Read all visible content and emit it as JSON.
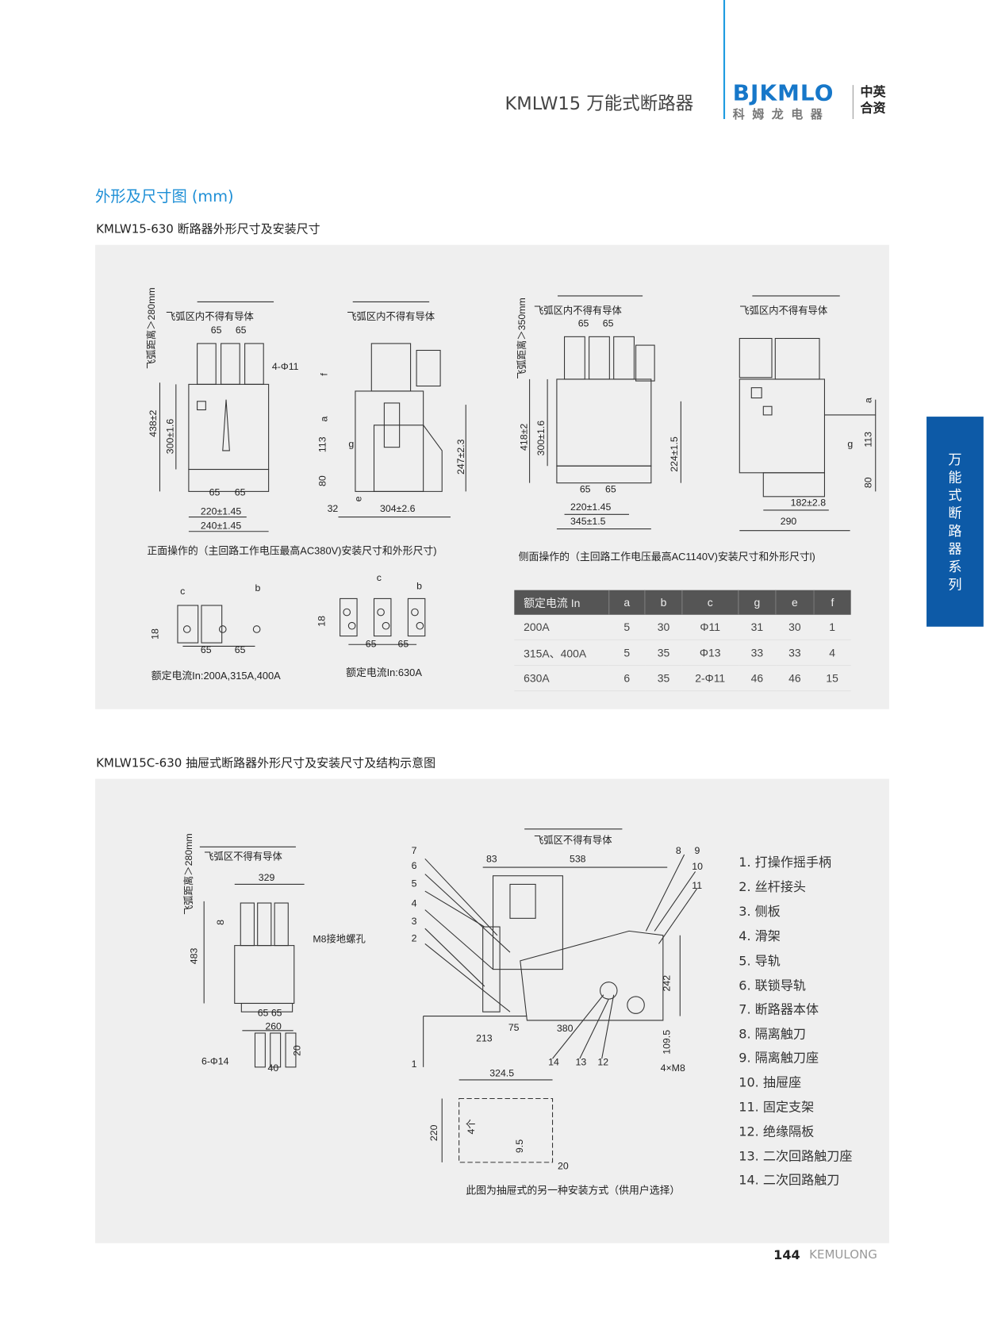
{
  "header": {
    "title": "KMLW15 万能式断路器",
    "logo_en": "BJKMLO",
    "logo_cn": "科 姆 龙 电 器",
    "badge_line1": "中英",
    "badge_line2": "合资"
  },
  "section": {
    "heading": "外形及尺寸图 (mm)",
    "subtitle1": "KMLW15-630 断路器外形尺寸及安装尺寸",
    "subtitle2": "KMLW15C-630 抽屉式断路器外形尺寸及安装尺寸及结构示意图"
  },
  "side_tab": {
    "chars": [
      "万",
      "能",
      "式",
      "断",
      "路",
      "器",
      "系",
      "列"
    ]
  },
  "panel1": {
    "d1": {
      "arc": "飞弧距离＞280mm",
      "zone": "飞弧区内不得有导体",
      "w1": "65",
      "w2": "65",
      "hole": "4-Φ11",
      "h1": "438±2",
      "h2": "300±1.6",
      "b1": "65",
      "b2": "65",
      "w3": "220±1.45",
      "w4": "240±1.45"
    },
    "d2": {
      "zone": "飞弧区内不得有导体",
      "f": "f",
      "a": "a",
      "h113": "113",
      "g": "g",
      "h80": "80",
      "e": "e",
      "d32": "32",
      "d304": "304±2.6",
      "h247": "247±2.3"
    },
    "caption1": "正面操作的（主回路工作电压最高AC380V)安装尺寸和外形尺寸)",
    "d3": {
      "arc": "飞弧距离＞350mm",
      "zone": "飞弧区内不得有导体",
      "w1": "65",
      "w2": "65",
      "h1": "418±2",
      "h2": "300±1.6",
      "h3": "224±1.5",
      "b1": "65",
      "b2": "65",
      "w3": "220±1.45",
      "w4": "345±1.5"
    },
    "d4": {
      "zone": "飞弧区内不得有导体",
      "a": "a",
      "g": "g",
      "h113": "113",
      "h80": "80",
      "d182": "182±2.8",
      "d290": "290"
    },
    "caption2": "侧面操作的（主回路工作电压最高AC1140V)安装尺寸和外形尺寸l)",
    "d5": {
      "c": "c",
      "b": "b",
      "h18": "18",
      "w1": "65",
      "w2": "65",
      "caption": "额定电流In:200A,315A,400A"
    },
    "d6": {
      "c": "c",
      "b": "b",
      "h18": "18",
      "w1": "65",
      "w2": "65",
      "caption": "额定电流In:630A"
    },
    "table": {
      "headers": [
        "额定电流 In",
        "a",
        "b",
        "c",
        "g",
        "e",
        "f"
      ],
      "rows": [
        [
          "200A",
          "5",
          "30",
          "Φ11",
          "31",
          "30",
          "1"
        ],
        [
          "315A、400A",
          "5",
          "35",
          "Φ13",
          "33",
          "33",
          "4"
        ],
        [
          "630A",
          "6",
          "35",
          "2-Φ11",
          "46",
          "46",
          "15"
        ]
      ]
    }
  },
  "panel2": {
    "d7": {
      "arc": "飞弧距离＞280mm",
      "zone": "飞弧区不得有导体",
      "w329": "329",
      "h8": "8",
      "ground": "M8接地螺孔",
      "h483": "483",
      "w65": "65 65",
      "w260": "260",
      "h20": "20",
      "holes": "6-Φ14",
      "w40": "40"
    },
    "d8": {
      "zone": "飞弧区不得有导体",
      "n7": "7",
      "n6": "6",
      "n5": "5",
      "n4": "4",
      "n3": "3",
      "n2": "2",
      "n1": "1",
      "d83": "83",
      "d538": "538",
      "n8": "8",
      "n9": "9",
      "n10": "10",
      "n11": "11",
      "h242": "242",
      "h109": "109.5",
      "d213": "213",
      "d75": "75",
      "d380": "380",
      "n14": "14",
      "n13": "13",
      "n12": "12",
      "m8": "4×M8",
      "d324": "324.5",
      "h220": "220",
      "four": "4个",
      "h95": "9.5",
      "d20": "20",
      "caption": "此图为抽屉式的另一种安装方式（供用户选择）"
    },
    "parts": [
      "1.  打操作摇手柄",
      "2.  丝杆接头",
      "3.  侧板",
      "4.  滑架",
      "5.  导轨",
      "6.  联锁导轨",
      "7.  断路器本体",
      "8.  隔离触刀",
      "9.  隔离触刀座",
      "10.  抽屉座",
      "11.  固定支架",
      "12.  绝缘隔板",
      "13.  二次回路触刀座",
      "14.  二次回路触刀"
    ]
  },
  "footer": {
    "page": "144",
    "brand": "KEMULONG"
  },
  "colors": {
    "accent": "#1e8fd6",
    "logo": "#1677c9",
    "tab": "#0d5aa7",
    "table_header": "#555555",
    "panel": "#efefef"
  }
}
